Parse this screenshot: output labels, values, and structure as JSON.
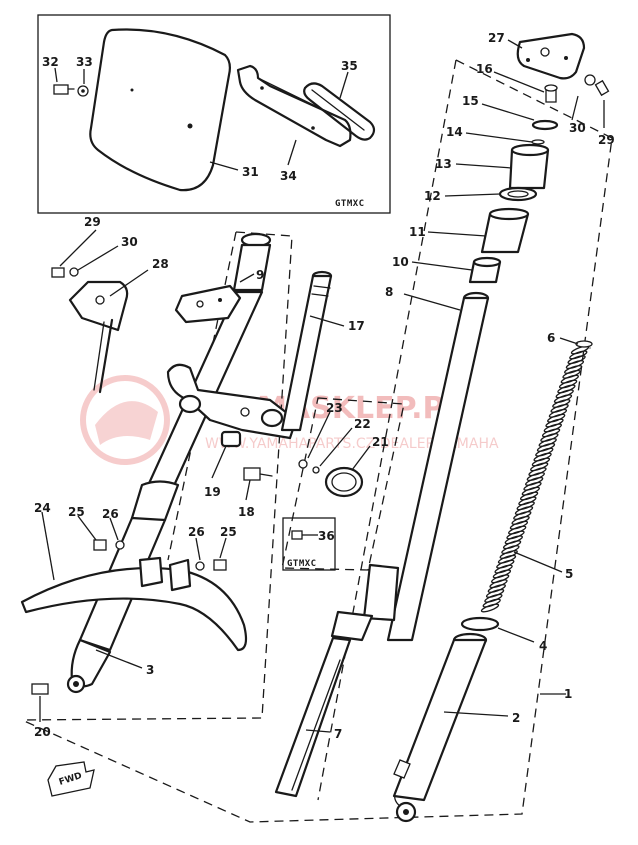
{
  "watermark": {
    "brand": "YAMASKLEP.PL",
    "tagline": "WWW.YAMAHAPARTS.CZ DEALER YAMAHA"
  },
  "inset_label": "GTMXC",
  "kit_label": "GTMXC",
  "forward_label": "FWD",
  "callouts": {
    "c1": "1",
    "c2": "2",
    "c3": "3",
    "c4": "4",
    "c5": "5",
    "c6": "6",
    "c7": "7",
    "c8": "8",
    "c9": "9",
    "c10": "10",
    "c11": "11",
    "c12": "12",
    "c13": "13",
    "c14": "14",
    "c15": "15",
    "c16": "16",
    "c17": "17",
    "c18": "18",
    "c19": "19",
    "c20": "20",
    "c21": "21",
    "c22": "22",
    "c23": "23",
    "c24": "24",
    "c25a": "25",
    "c25b": "25",
    "c26a": "26",
    "c26b": "26",
    "c27": "27",
    "c28": "28",
    "c29a": "29",
    "c29b": "29",
    "c30a": "30",
    "c30b": "30",
    "c31": "31",
    "c32": "32",
    "c33": "33",
    "c34": "34",
    "c35": "35",
    "c36": "36"
  },
  "colors": {
    "ink": "#1a1a1a",
    "watermark": "#e46c6c",
    "paper": "#ffffff"
  }
}
